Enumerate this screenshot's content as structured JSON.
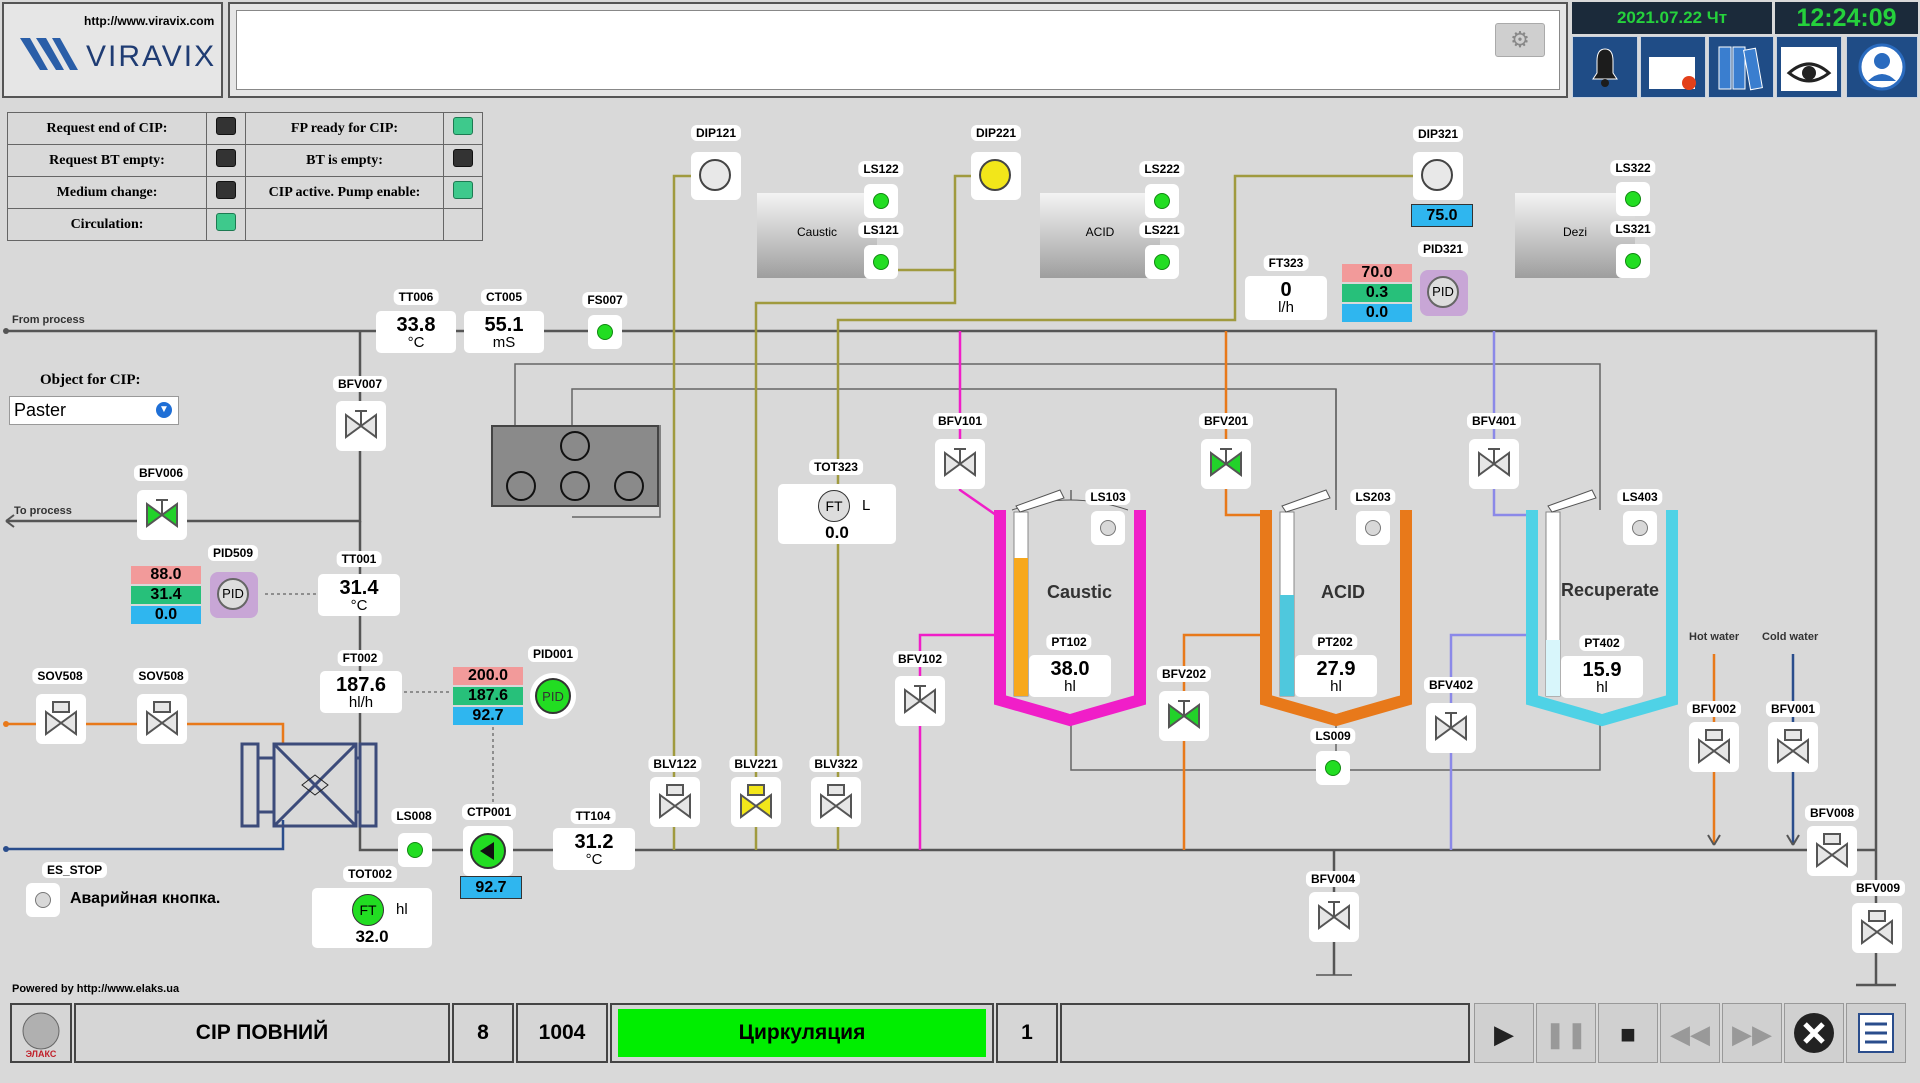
{
  "header": {
    "logo_url": "http://www.viravix.com",
    "logo_text": "VIRAVIX",
    "date": "2021.07.22 Чт",
    "time": "12:24:09",
    "toolbar_icons": [
      "bell-icon",
      "window-alert-icon",
      "books-icon",
      "eye-icon",
      "user-icon"
    ]
  },
  "status": {
    "rows": [
      {
        "l1": "Request end of CIP:",
        "s1": false,
        "l2": "FP ready for CIP:",
        "s2": true
      },
      {
        "l1": "Request BT empty:",
        "s1": false,
        "l2": "BT is empty:",
        "s2": false
      },
      {
        "l1": "Medium change:",
        "s1": false,
        "l2": "CIP active. Pump enable:",
        "s2": true
      },
      {
        "l1": "Circulation:",
        "s1": true,
        "l2": "",
        "s2": null
      }
    ]
  },
  "object_for_cip": {
    "label": "Object for CIP:",
    "value": "Paster"
  },
  "lines": {
    "from_process": "From process",
    "to_process": "To process",
    "hot_water": "Hot water",
    "cold_water": "Cold water"
  },
  "tags": {
    "TT006": {
      "name": "TT006",
      "value": "33.8",
      "unit": "°C"
    },
    "CT005": {
      "name": "CT005",
      "value": "55.1",
      "unit": "mS"
    },
    "FS007": "FS007",
    "BFV007": "BFV007",
    "BFV006": "BFV006",
    "TT001": {
      "name": "TT001",
      "value": "31.4",
      "unit": "°C"
    },
    "FT002": {
      "name": "FT002",
      "value": "187.6",
      "unit": "hl/h"
    },
    "PID509": {
      "name": "PID509",
      "sp": "88.0",
      "pv": "31.4",
      "out": "0.0"
    },
    "PID001": {
      "name": "PID001",
      "sp": "200.0",
      "pv": "187.6",
      "out": "92.7"
    },
    "SOV508a": "SOV508",
    "SOV508b": "SOV508",
    "LS008": "LS008",
    "CTP001": {
      "name": "CTP001",
      "value": "92.7"
    },
    "TT104": {
      "name": "TT104",
      "value": "31.2",
      "unit": "°C"
    },
    "TOT002": {
      "name": "TOT002",
      "value": "32.0",
      "unit": "hl",
      "icon": "FT"
    },
    "ES_STOP": {
      "name": "ES_STOP",
      "label": "Аварийная кнопка."
    },
    "DIP121": "DIP121",
    "DIP221": "DIP221",
    "DIP321": {
      "name": "DIP321",
      "value": "75.0"
    },
    "LS122": "LS122",
    "LS121": "LS121",
    "LS222": "LS222",
    "LS221": "LS221",
    "LS322": "LS322",
    "LS321": "LS321",
    "FT323": {
      "name": "FT323",
      "value": "0",
      "unit": "l/h"
    },
    "PID321": {
      "name": "PID321",
      "sp": "70.0",
      "pv": "0.3",
      "out": "0.0"
    },
    "TOT323": {
      "name": "TOT323",
      "value": "0.0",
      "unit": "L",
      "icon": "FT"
    },
    "BFV101": "BFV101",
    "BFV102": "BFV102",
    "BFV201": "BFV201",
    "BFV202": "BFV202",
    "BFV401": "BFV401",
    "BFV402": "BFV402",
    "LS103": "LS103",
    "LS203": "LS203",
    "LS403": "LS403",
    "LS009": "LS009",
    "PT102": {
      "name": "PT102",
      "value": "38.0",
      "unit": "hl"
    },
    "PT202": {
      "name": "PT202",
      "value": "27.9",
      "unit": "hl"
    },
    "PT402": {
      "name": "PT402",
      "value": "15.9",
      "unit": "hl"
    },
    "BLV122": "BLV122",
    "BLV221": "BLV221",
    "BLV322": "BLV322",
    "BFV004": "BFV004",
    "BFV002": "BFV002",
    "BFV001": "BFV001",
    "BFV008": "BFV008",
    "BFV009": "BFV009"
  },
  "small_tanks": {
    "caustic": "Caustic",
    "acid": "ACID",
    "dezi": "Dezi"
  },
  "tanks": {
    "caustic": "Caustic",
    "acid": "ACID",
    "recuperate": "Recuperate"
  },
  "footer": {
    "powered": "Powered by http://www.elaks.ua",
    "program": "CIP ПОВНИЙ",
    "step": "8",
    "code": "1004",
    "state": "Циркуляция",
    "count": "1"
  },
  "colors": {
    "caustic": "#f01ec8",
    "acid": "#e8791a",
    "recuperate": "#4fd2e6",
    "run_green": "#00ee00"
  }
}
